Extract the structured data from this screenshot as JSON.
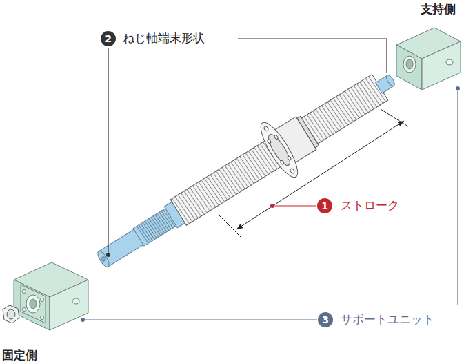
{
  "diagram": {
    "nodes": [
      {
        "text": [
          "2"
        ]
      },
      {
        "text": [
          "1"
        ]
      },
      {
        "text": [
          "3"
        ]
      }
    ],
    "labels": [
      "支持側",
      "ねじ軸端末形状",
      "ストローク",
      "サポートユニット",
      "固定側"
    ]
  }
}
